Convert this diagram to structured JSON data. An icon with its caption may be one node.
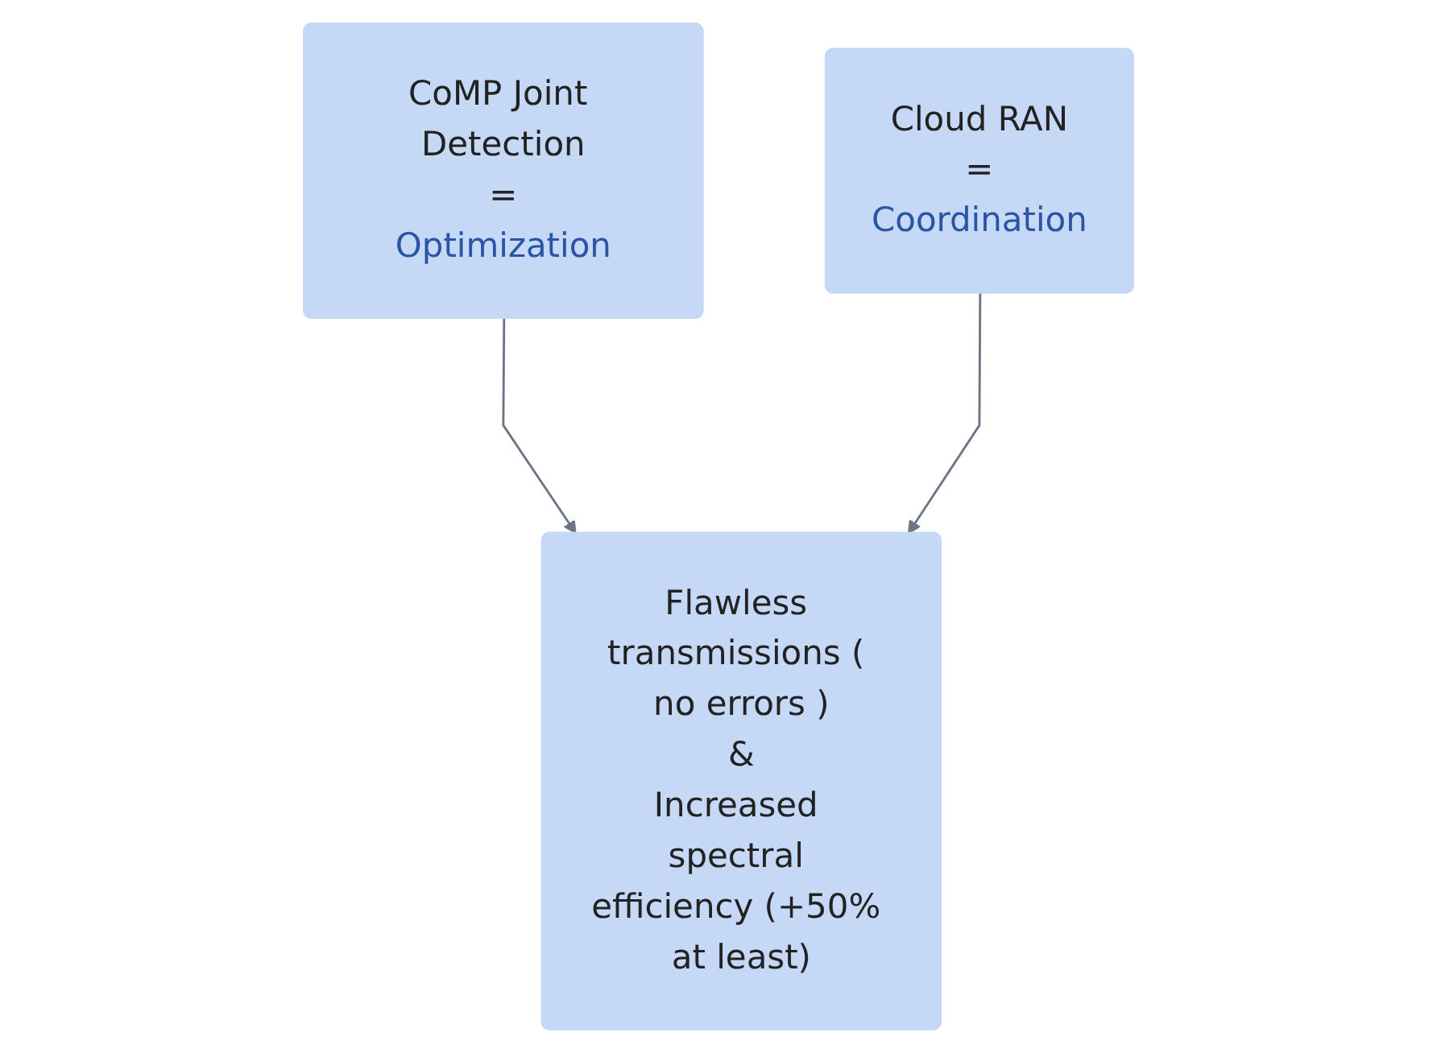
{
  "diagram": {
    "nodes": [
      {
        "text": [
          "CoMP Joint Detection",
          "=",
          "Optimization"
        ]
      },
      {
        "text": [
          "Cloud RAN",
          "=",
          "Coordination"
        ]
      },
      {
        "text": [
          "Flawless transmissions ( no errors )",
          "&",
          "Increased spectral efficiency (+50% at least)"
        ]
      }
    ],
    "edges": [
      {
        "from": 0,
        "to": 2,
        "arrow": "to"
      },
      {
        "from": 1,
        "to": 2,
        "arrow": "to"
      }
    ]
  }
}
